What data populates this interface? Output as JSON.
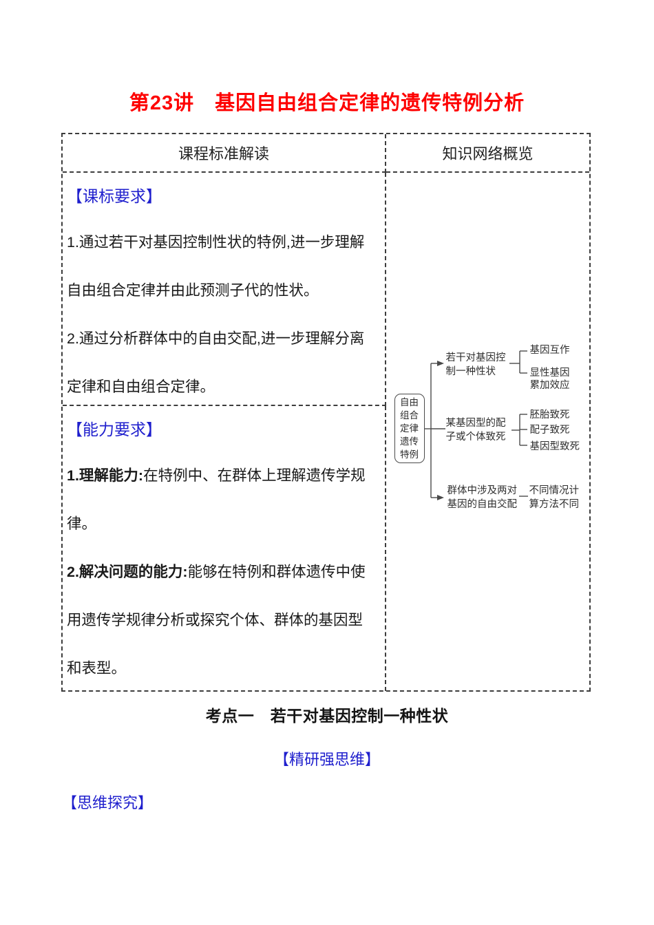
{
  "page": {
    "title": "第23讲　基因自由组合定律的遗传特例分析",
    "title_color": "#fe0000",
    "accent_blue": "#1f1fcd",
    "border_style": "dashed"
  },
  "table": {
    "header_left": "课程标准解读",
    "header_right": "知识网络概览",
    "standards": {
      "heading": "【课标要求】",
      "lines": [
        "1.通过若干对基因控制性状的特例,进一步理解",
        "自由组合定律并由此预测子代的性状。",
        "2.通过分析群体中的自由交配,进一步理解分离",
        "定律和自由组合定律。"
      ]
    },
    "abilities": {
      "heading": "【能力要求】",
      "items": [
        {
          "lead": "1.理解能力:",
          "rest": "在特例中、在群体上理解遗传学规"
        },
        {
          "lead": "",
          "rest": "律。"
        },
        {
          "lead": "2.解决问题的能力:",
          "rest": "能够在特例和群体遗传中使"
        },
        {
          "lead": "",
          "rest": "用遗传学规律分析或探究个体、群体的基因型"
        },
        {
          "lead": "",
          "rest": "和表型。"
        }
      ]
    }
  },
  "diagram": {
    "root": "自由\n组合\n定律\n遗传\n特例",
    "branch1": "若干对基因控\n制一种性状",
    "branch1_sub1": "基因互作",
    "branch1_sub2": "显性基因\n累加效应",
    "branch2": "某基因型的配\n子或个体致死",
    "branch2_sub1": "胚胎致死",
    "branch2_sub2": "配子致死",
    "branch2_sub3": "基因型致死",
    "branch3": "群体中涉及两对\n基因的自由交配",
    "branch3_note": "不同情况计\n算方法不同"
  },
  "sections": {
    "kaodian": "考点一　若干对基因控制一种性状",
    "jingyan": "【精研强思维】",
    "siwei": "【思维探究】"
  }
}
